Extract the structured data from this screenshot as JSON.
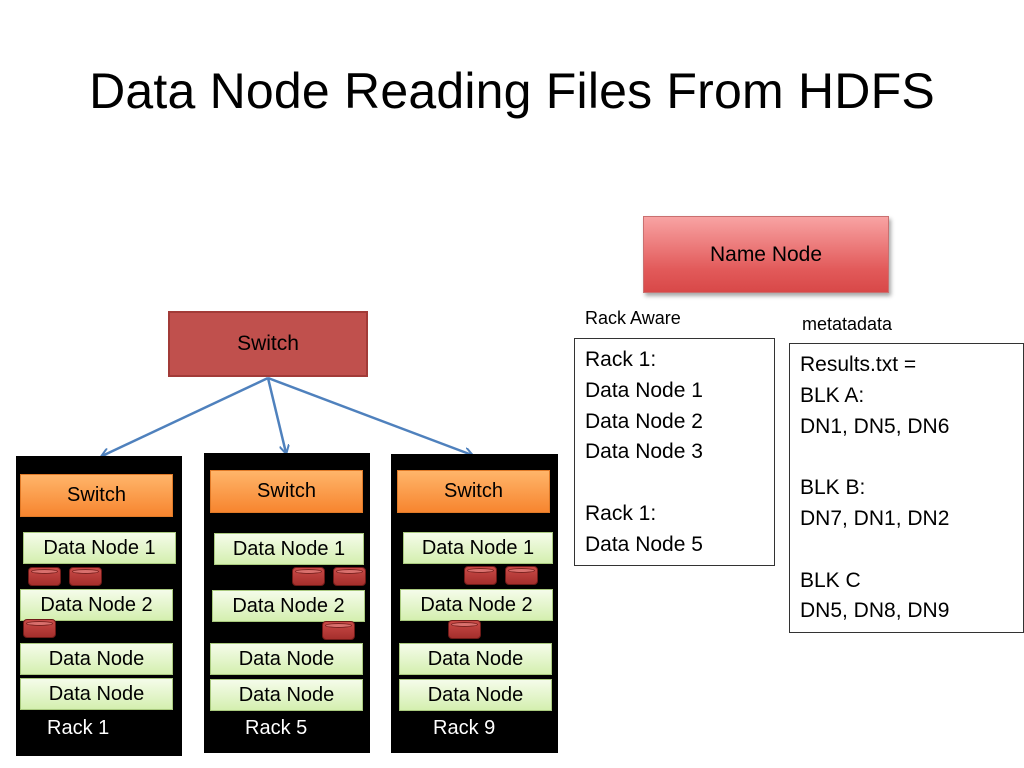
{
  "title": "Data Node Reading Files From HDFS",
  "name_node": {
    "label": "Name Node"
  },
  "main_switch": {
    "label": "Switch"
  },
  "rack_aware": {
    "caption": "Rack Aware",
    "lines": [
      "Rack 1:",
      "Data Node 1",
      "Data Node 2",
      "Data Node 3",
      "",
      "Rack 1:",
      "Data Node 5"
    ]
  },
  "metadata": {
    "caption": "metatadata",
    "lines": [
      "Results.txt =",
      "BLK A:",
      "DN1, DN5, DN6",
      "",
      "BLK B:",
      "DN7, DN1, DN2",
      "",
      "BLK C",
      "DN5, DN8, DN9"
    ]
  },
  "racks": [
    {
      "label": "Rack 1",
      "switch": "Switch",
      "nodes": [
        "Data Node 1",
        "Data Node 2",
        "Data Node",
        "Data Node"
      ]
    },
    {
      "label": "Rack 5",
      "switch": "Switch",
      "nodes": [
        "Data Node 1",
        "Data Node 2",
        "Data Node",
        "Data Node"
      ]
    },
    {
      "label": "Rack 9",
      "switch": "Switch",
      "nodes": [
        "Data Node 1",
        "Data Node 2",
        "Data Node",
        "Data Node"
      ]
    }
  ],
  "colors": {
    "name_node": "#e25a5a",
    "main_switch": "#c0504d",
    "rack_switch": "#f7852f",
    "data_node": "#d4efaf",
    "block": "#a52f2c",
    "arrow": "#4f81bd"
  }
}
